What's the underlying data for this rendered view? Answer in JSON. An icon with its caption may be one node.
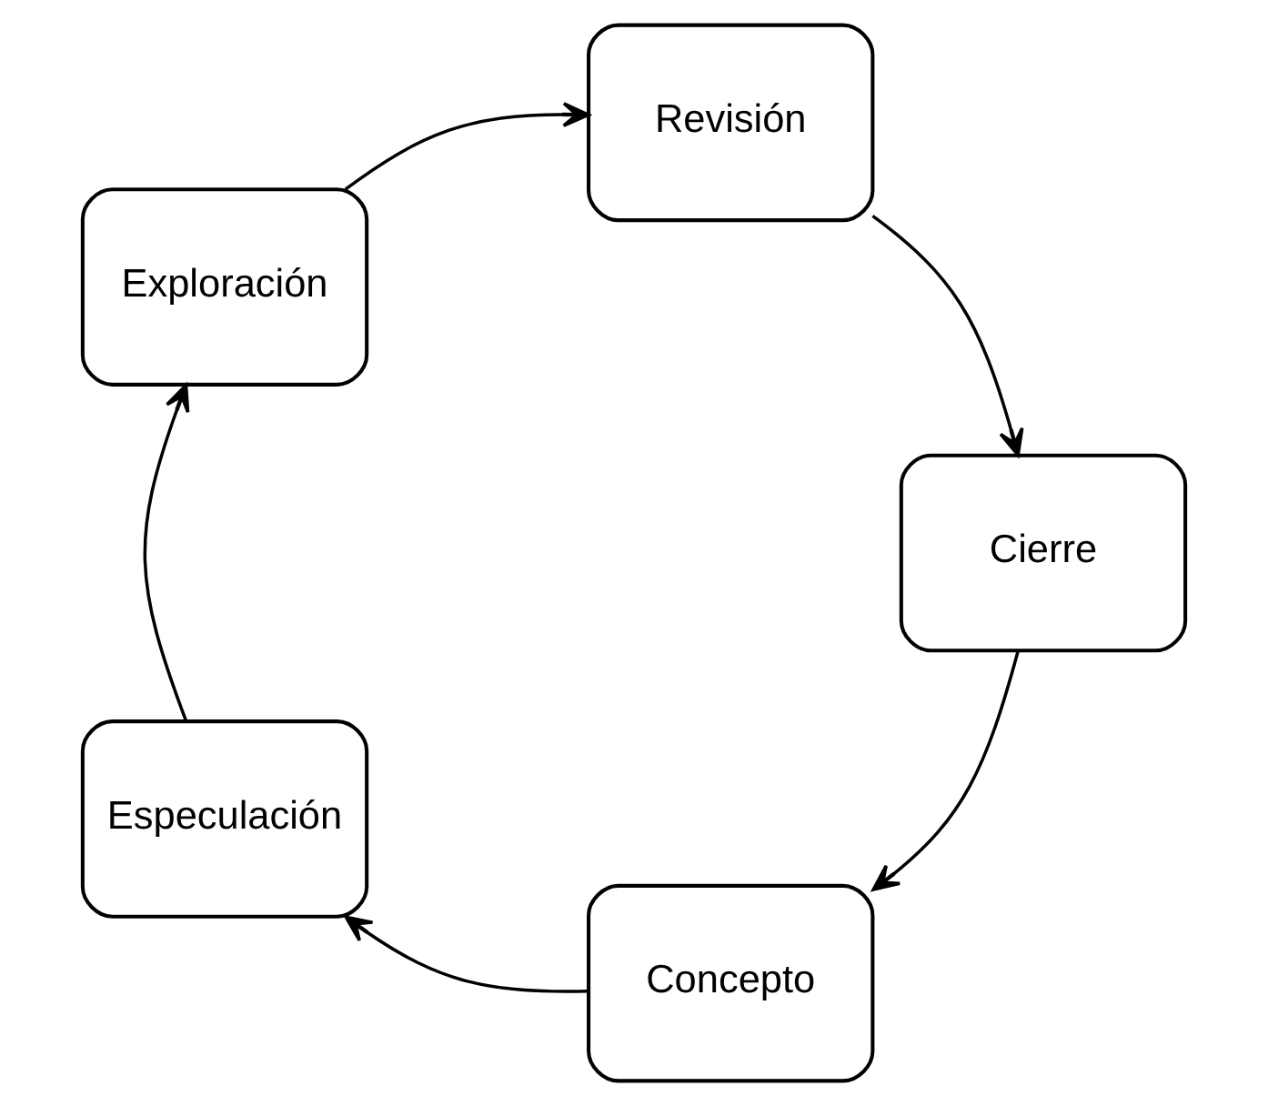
{
  "diagram": {
    "nodes": [
      {
        "text": [
          "Concepto"
        ]
      },
      {
        "text": [
          "Especulación"
        ]
      },
      {
        "text": [
          "Exploración"
        ]
      },
      {
        "text": [
          "Revisión"
        ]
      },
      {
        "text": [
          "Cierre"
        ]
      }
    ],
    "edges": [
      {
        "from": 0,
        "to": 1,
        "arrow": "to"
      },
      {
        "from": 1,
        "to": 2,
        "arrow": "to"
      },
      {
        "from": 2,
        "to": 3,
        "arrow": "to"
      },
      {
        "from": 3,
        "to": 4,
        "arrow": "to"
      },
      {
        "from": 4,
        "to": 0,
        "arrow": "to"
      }
    ]
  }
}
